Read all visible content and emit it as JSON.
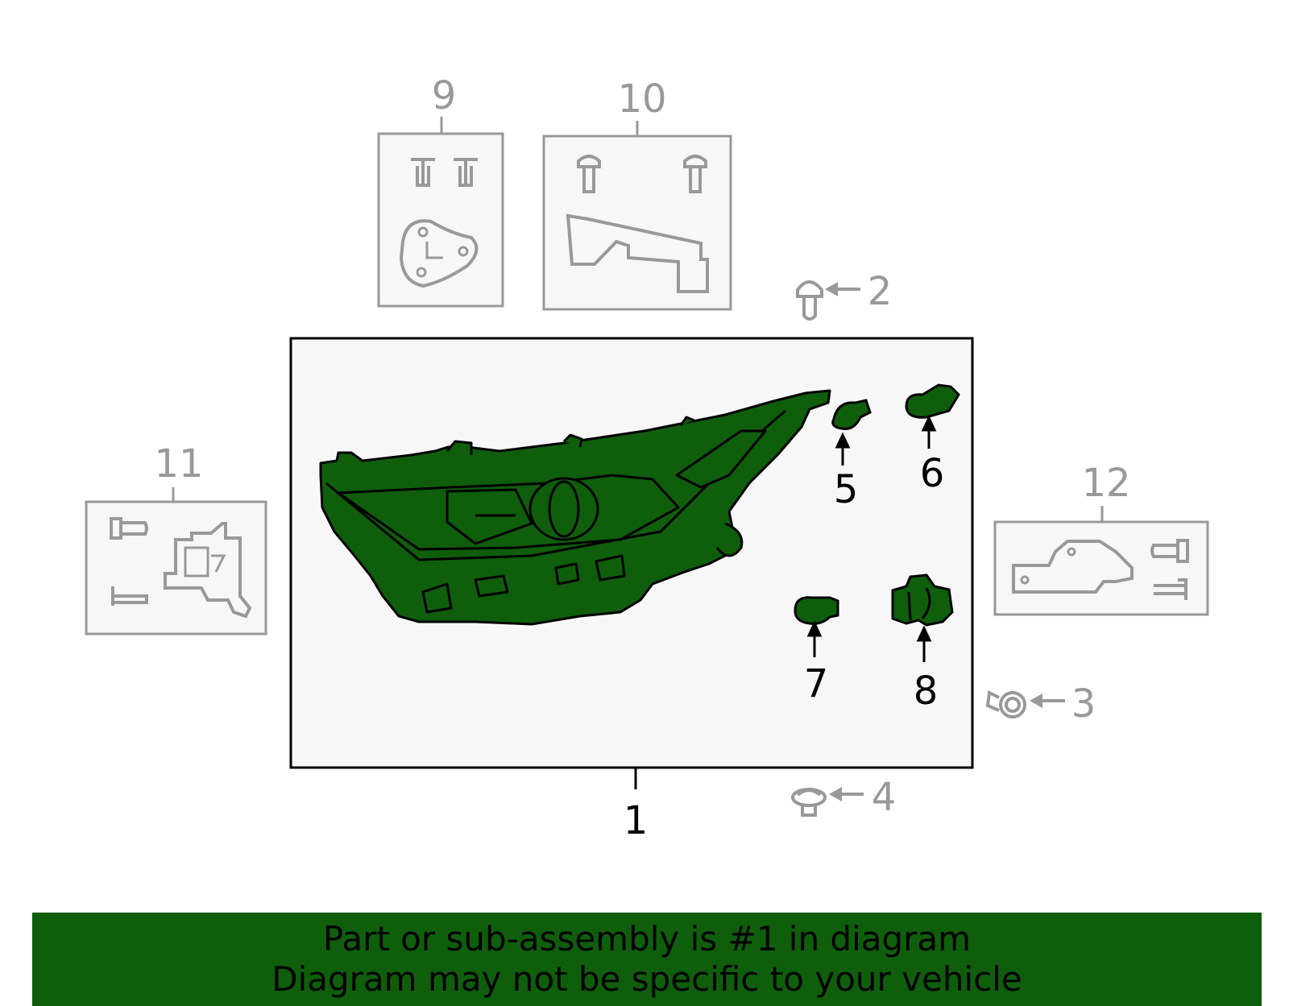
{
  "diagram": {
    "part_labels": [
      "1",
      "2",
      "3",
      "4",
      "5",
      "6",
      "7",
      "8",
      "9",
      "10",
      "11",
      "12"
    ],
    "colors": {
      "highlight": "#0f5e0c",
      "outline_active": "#000000",
      "outline_inactive": "#999999",
      "box_fill": "#f7f7f7"
    }
  },
  "banner": {
    "line1": "Part or sub-assembly is #1 in diagram",
    "line2": "Diagram may not be specific to your vehicle"
  }
}
